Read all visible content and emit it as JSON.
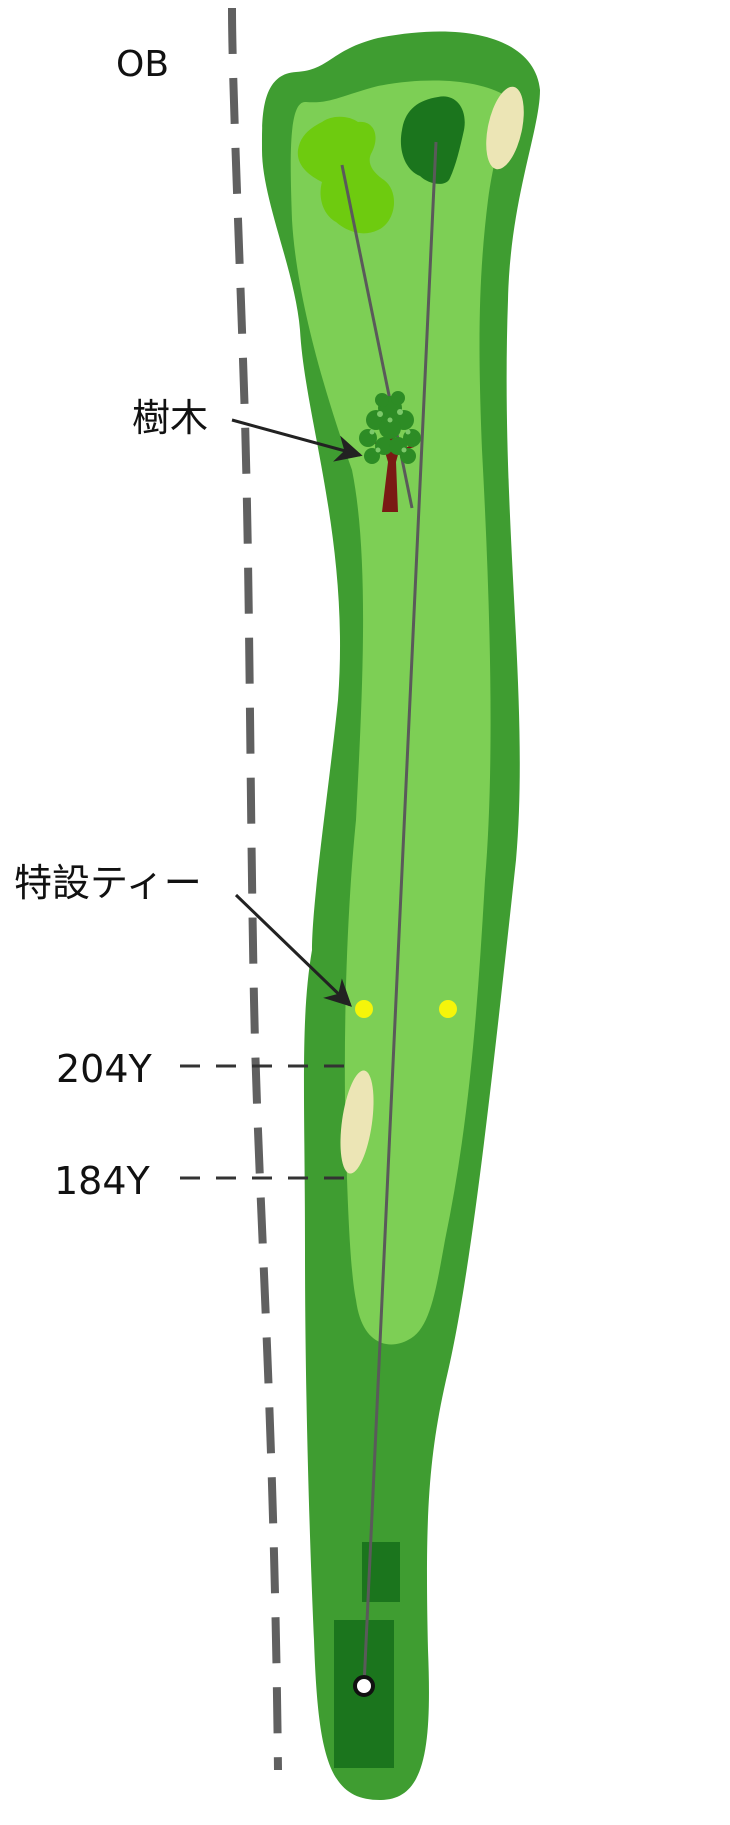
{
  "labels": {
    "ob": "OB",
    "tree": "樹木",
    "special_tee": "特設ティー",
    "marker_204": "204Y",
    "marker_184": "184Y"
  },
  "colors": {
    "rough": "#3f9d31",
    "fairway": "#7dcf55",
    "green": "#1b751d",
    "fairway_bunker_green": "#6ecb0f",
    "bunker": "#ece5b5",
    "tee_box": "#1b751d",
    "special_tee_marker": "#f5f50a",
    "ob_line": "#606060",
    "play_line": "#5a5a5a",
    "text": "#111111"
  },
  "icons": {
    "tree": "tree-icon",
    "tee_position": "tee-position-icon"
  }
}
